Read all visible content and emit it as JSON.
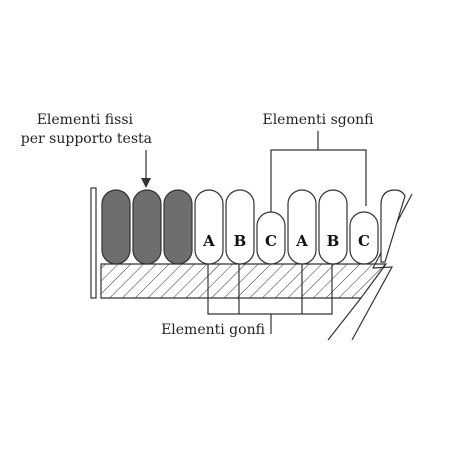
{
  "labels": {
    "fixed_line1": "Elementi fissi",
    "fixed_line2": "per supporto testa",
    "deflated": "Elementi sgonfi",
    "inflated": "Elementi gonfi"
  },
  "cells": [
    {
      "id": "fixed-1",
      "type": "fixed",
      "letter": ""
    },
    {
      "id": "fixed-2",
      "type": "fixed",
      "letter": ""
    },
    {
      "id": "fixed-3",
      "type": "fixed",
      "letter": ""
    },
    {
      "id": "cell-a1",
      "type": "inflated",
      "letter": "A"
    },
    {
      "id": "cell-b1",
      "type": "inflated",
      "letter": "B"
    },
    {
      "id": "cell-c1",
      "type": "deflated",
      "letter": "C"
    },
    {
      "id": "cell-a2",
      "type": "inflated",
      "letter": "A"
    },
    {
      "id": "cell-b2",
      "type": "inflated",
      "letter": "B"
    },
    {
      "id": "cell-c2",
      "type": "deflated",
      "letter": "C"
    }
  ],
  "colors": {
    "fixed_fill": "#6e6e6e",
    "outline": "#333333",
    "hatch": "#333333",
    "background": "#ffffff"
  }
}
